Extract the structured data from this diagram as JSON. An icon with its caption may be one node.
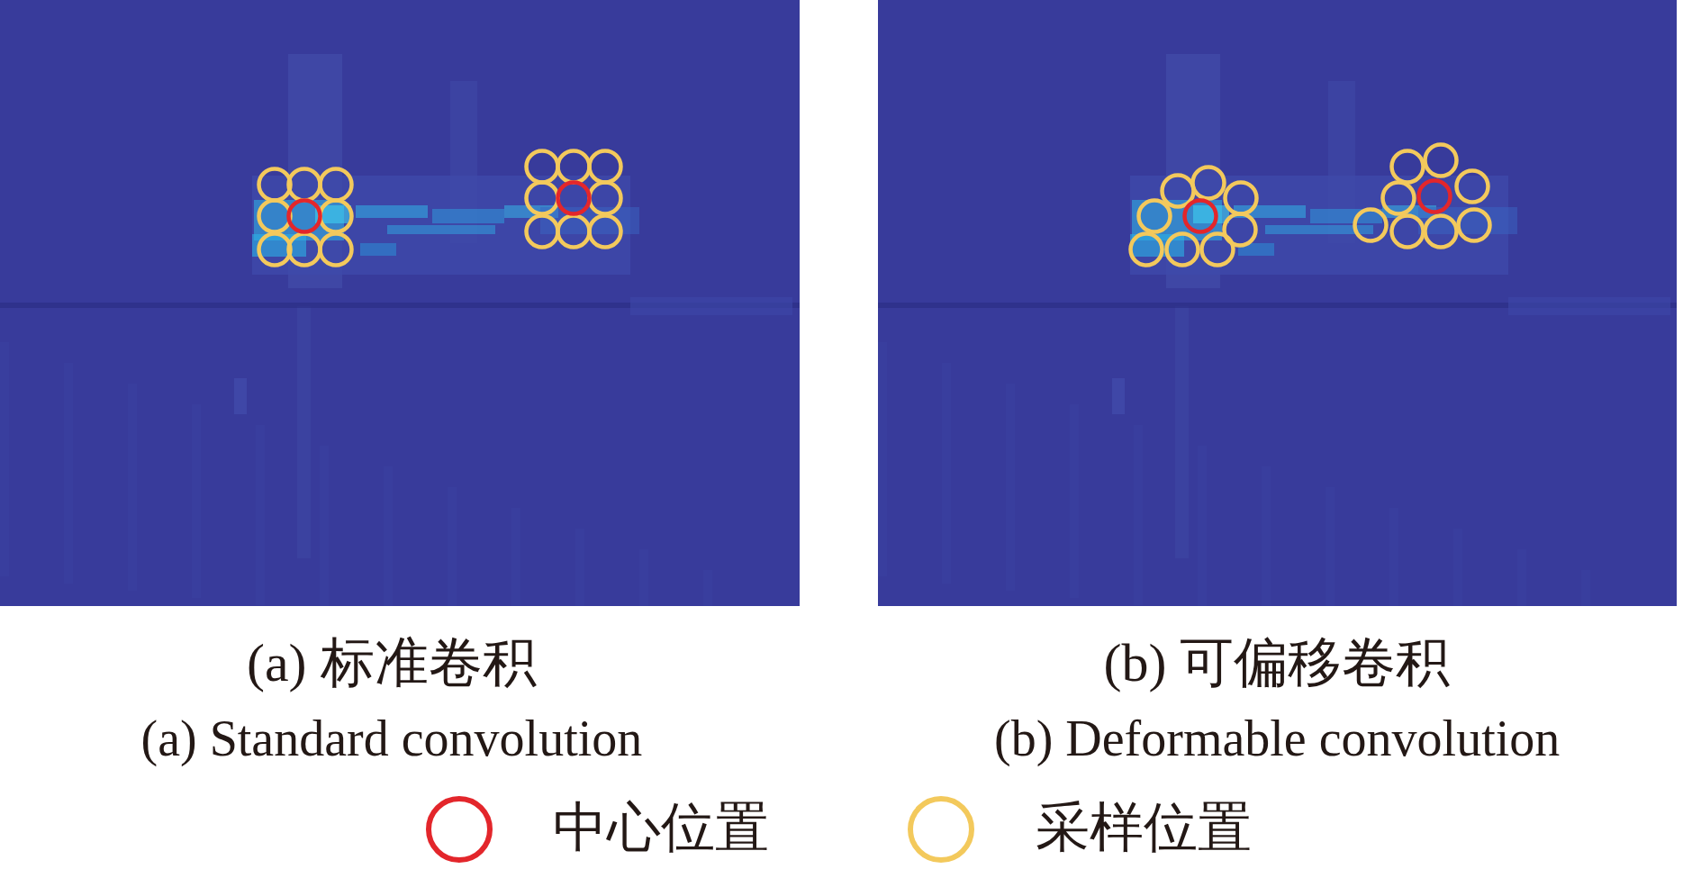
{
  "diagram": {
    "labels": [
      "(a) 标准卷积",
      "(b) 可偏移卷积",
      "(a) Standard convolution",
      "(b) Deformable convolution"
    ],
    "legend": [
      {
        "text": "中心位置",
        "color": "#e3262b"
      },
      {
        "text": "采样位置",
        "color": "#f3c95c"
      }
    ]
  }
}
